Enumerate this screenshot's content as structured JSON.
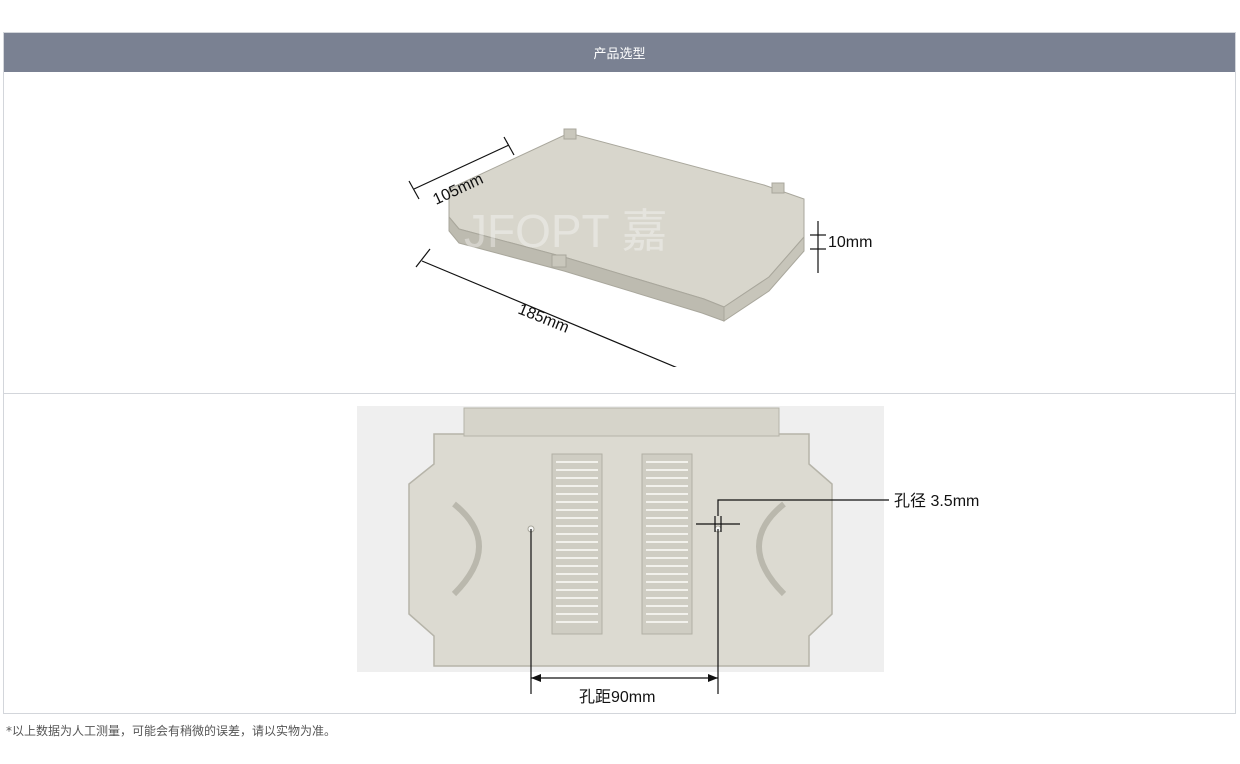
{
  "header": {
    "title": "产品选型"
  },
  "figure_top": {
    "dim_width": "105mm",
    "dim_length": "185mm",
    "dim_height": "10mm"
  },
  "figure_bottom": {
    "hole_diameter": "孔径 3.5mm",
    "hole_spacing": "孔距90mm"
  },
  "footnote": "*以上数据为人工测量，可能会有稍微的误差，请以实物为准。",
  "colors": {
    "header_bg": "#7a8192",
    "tray": "#d8d6cc",
    "tray_dark": "#bdbbb0"
  }
}
